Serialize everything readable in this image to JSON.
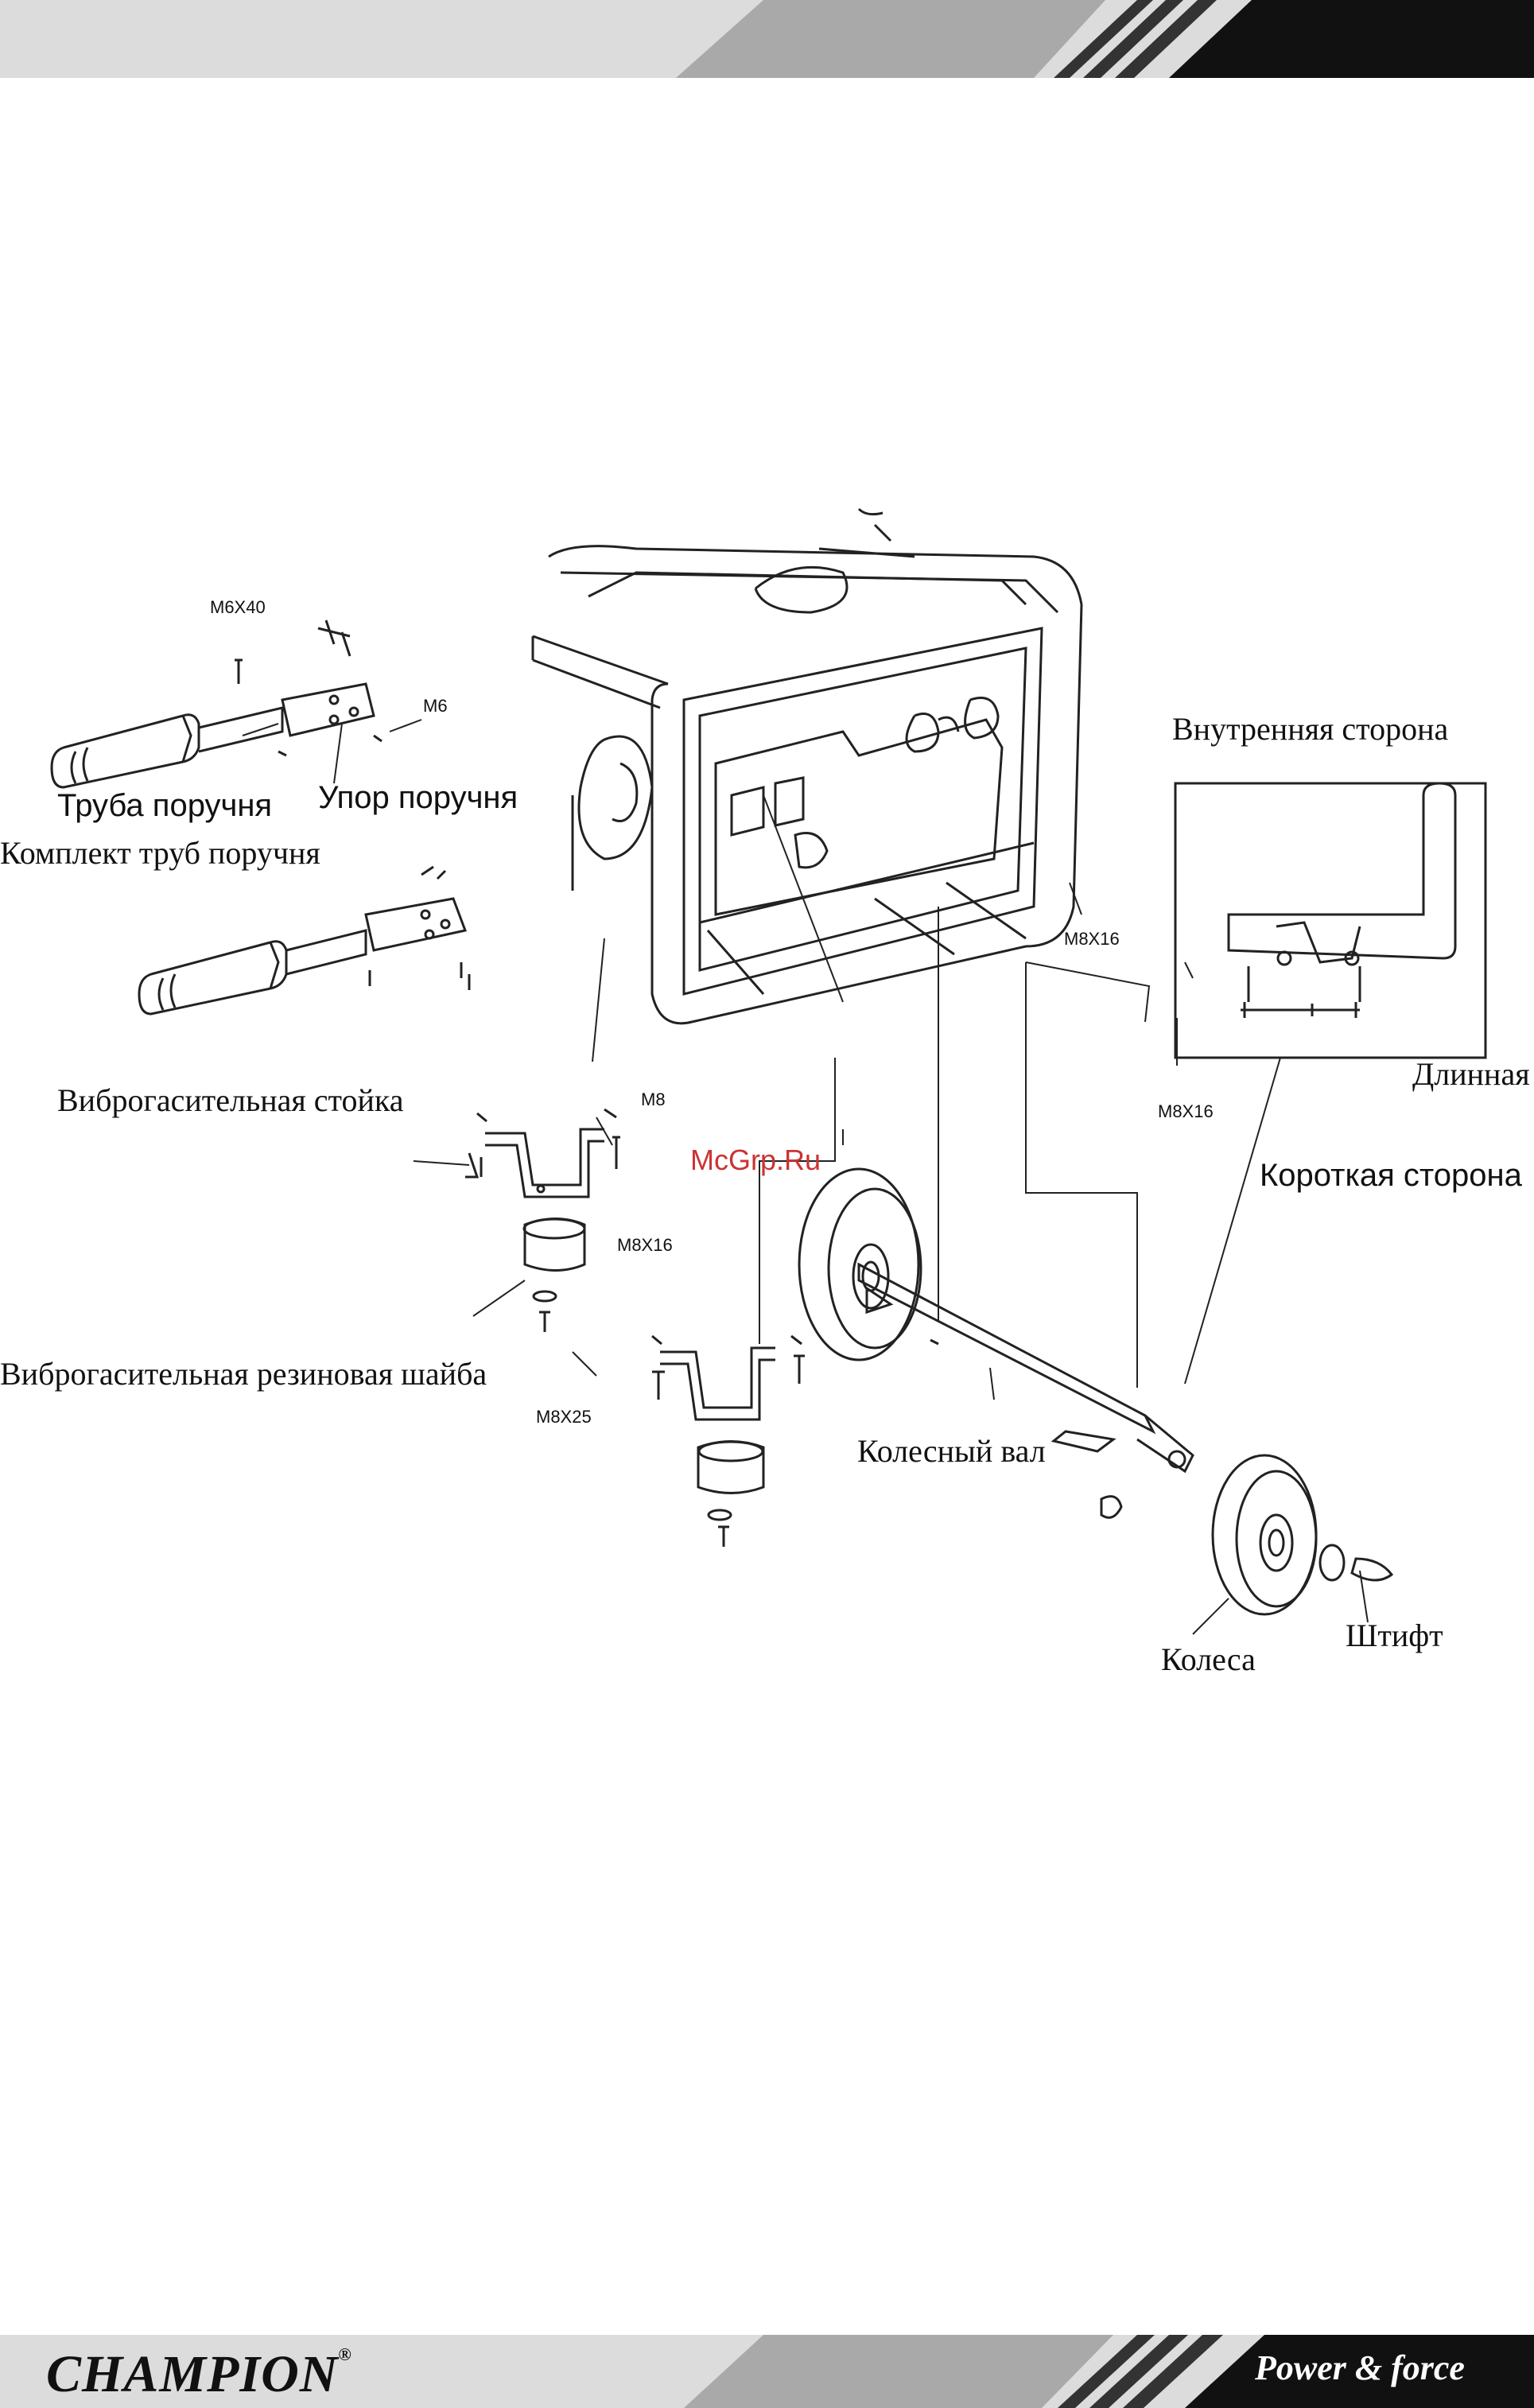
{
  "labels": {
    "inner_side": "Внутренняя сторона",
    "long_side": "Длинная",
    "short_side": "Короткая сторона",
    "handle_tube": "Труба поручня",
    "handle_stop": "Упор поручня",
    "handle_kit": "Комплект труб поручня",
    "vibration_stand": "Виброгасительная стойка",
    "rubber_washer": "Виброгасительная резиновая шайба",
    "wheel_axle": "Колесный вал",
    "wheels": "Колеса",
    "pin": "Штифт"
  },
  "fasteners": {
    "m6x40": "M6X40",
    "m6": "M6",
    "m8": "M8",
    "m8x16_a": "M8X16",
    "m8x16_b": "M8X16",
    "m8x16_c": "M8X16",
    "m8x25": "M8X25"
  },
  "watermark": "McGrp.Ru",
  "footer": {
    "brand": "CHAMPION",
    "registered": "®",
    "slogan": "Power & force"
  },
  "colors": {
    "band_light": "#dcdcdc",
    "band_mid": "#a9a9a9",
    "band_dark": "#111111",
    "watermark": "#cc3333"
  }
}
